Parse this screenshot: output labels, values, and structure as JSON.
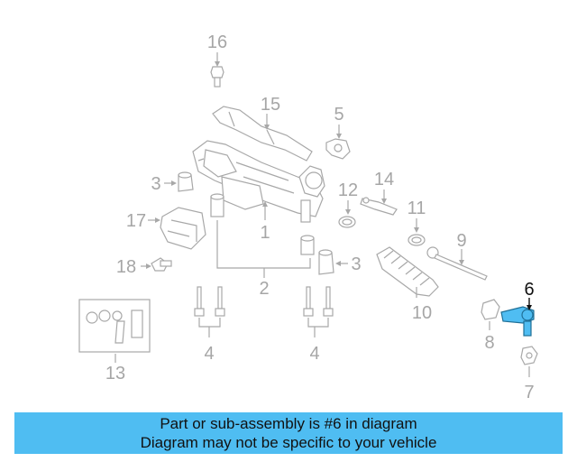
{
  "callouts": {
    "c1": "1",
    "c2": "2",
    "c3a": "3",
    "c3b": "3",
    "c4a": "4",
    "c4b": "4",
    "c5": "5",
    "c6": "6",
    "c7": "7",
    "c8": "8",
    "c9": "9",
    "c10": "10",
    "c11": "11",
    "c12": "12",
    "c13": "13",
    "c14": "14",
    "c15": "15",
    "c16": "16",
    "c17": "17",
    "c18": "18"
  },
  "highlighted_part": "6",
  "colors": {
    "highlight_part": "#4fbdf2",
    "banner": "#4fbdf2",
    "lines": "#a8a8a8",
    "labels": "#a6a6a6"
  },
  "banner": {
    "line1": "Part or sub-assembly is #6 in diagram",
    "line2": "Diagram may not be specific to your vehicle"
  }
}
